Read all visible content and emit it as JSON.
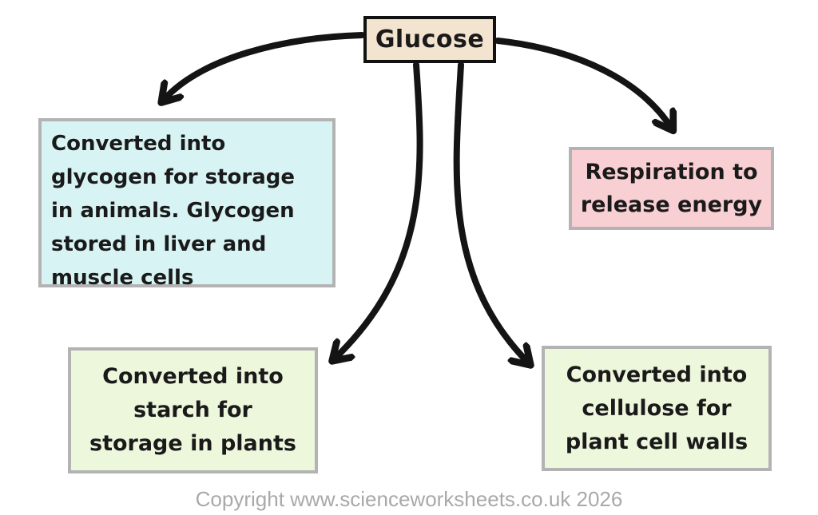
{
  "diagram": {
    "type": "concept-map",
    "central_node": {
      "label": "Glucose",
      "fill": "#f2e4cf",
      "border_color": "#111111"
    },
    "nodes": {
      "glycogen": {
        "text": "Converted into glycogen for storage in animals. Glycogen stored in liver and muscle cells",
        "fill": "#d7f3f3",
        "border_color": "#b3b3b3"
      },
      "respiration": {
        "text": "Respiration to release energy",
        "fill": "#f8cfd2",
        "border_color": "#b3b3b3"
      },
      "starch": {
        "text": "Converted into starch for storage in plants",
        "fill": "#edf7dc",
        "border_color": "#b3b3b3"
      },
      "cellulose": {
        "text": "Converted into cellulose for plant cell walls",
        "fill": "#edf7dc",
        "border_color": "#b3b3b3"
      }
    },
    "edges": [
      {
        "from": "glucose",
        "to": "glycogen"
      },
      {
        "from": "glucose",
        "to": "respiration"
      },
      {
        "from": "glucose",
        "to": "starch"
      },
      {
        "from": "glucose",
        "to": "cellulose"
      }
    ],
    "arrow_color": "#141414",
    "footer": {
      "copyright": "Copyright www.scienceworksheets.co.uk 2026",
      "color": "#a9a9a9"
    }
  }
}
